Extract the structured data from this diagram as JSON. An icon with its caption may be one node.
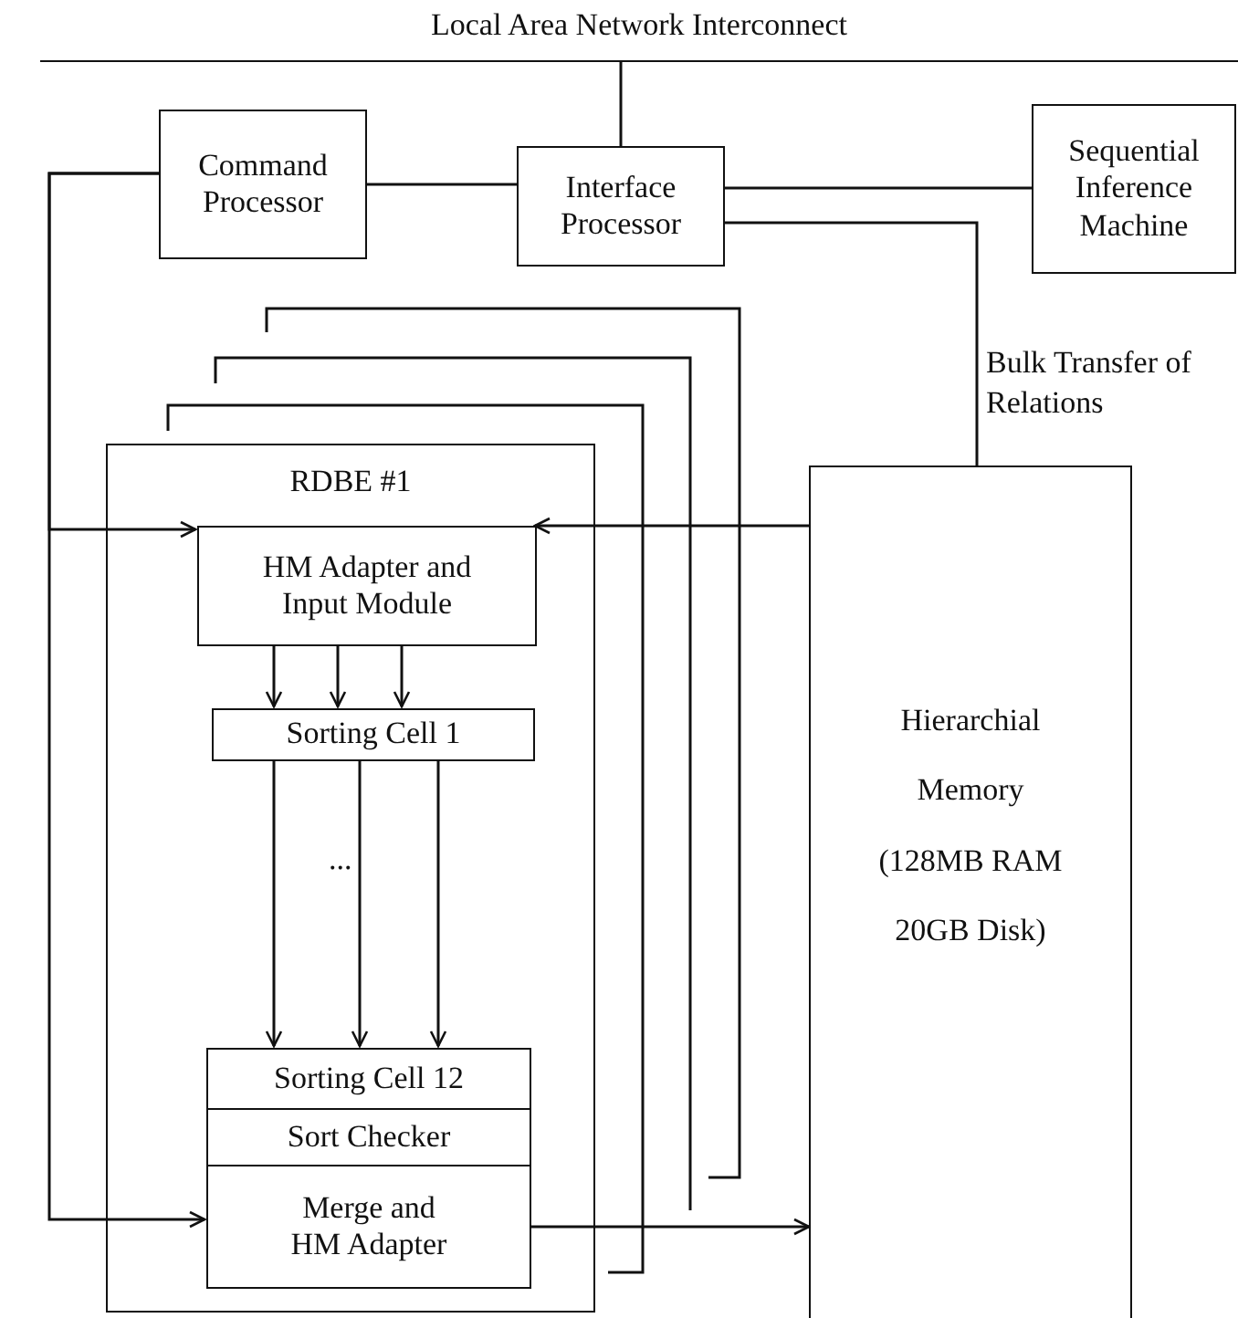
{
  "diagram": {
    "nodes": [
      {
        "text": [
          "Local Area Network Interconnect"
        ]
      },
      {
        "text": [
          "Command Processor"
        ]
      },
      {
        "text": [
          "Interface Processor"
        ]
      },
      {
        "text": [
          "Sequential Inference Machine"
        ]
      },
      {
        "text": [
          "RDBE #1"
        ]
      },
      {
        "text": [
          "HM Adapter and Input Module"
        ],
        "in": 4
      },
      {
        "text": [
          "Sorting Cell 1"
        ],
        "in": 4
      },
      {
        "text": [
          "Sorting Cell 12"
        ],
        "in": 4
      },
      {
        "text": [
          "Sort Checker"
        ],
        "in": 4
      },
      {
        "text": [
          "Merge and HM Adapter"
        ],
        "in": 4
      },
      {
        "text": [
          "Hierarchial Memory (128MB RAM 20GB Disk)"
        ]
      }
    ],
    "edges": [
      {
        "from": 2,
        "to": 0,
        "arrow": "none"
      },
      {
        "from": 1,
        "to": 2,
        "arrow": "none"
      },
      {
        "from": 2,
        "to": 3,
        "arrow": "none"
      },
      {
        "from": 2,
        "to": 10,
        "arrow": "none",
        "label": "Bulk Transfer of Relations"
      },
      {
        "from": 1,
        "to": 5,
        "arrow": "to"
      },
      {
        "from": 1,
        "to": 9,
        "arrow": "to"
      },
      {
        "from": 10,
        "to": 5,
        "arrow": "to"
      },
      {
        "from": 5,
        "to": 6,
        "arrow": "to"
      },
      {
        "from": 5,
        "to": 6,
        "arrow": "to"
      },
      {
        "from": 5,
        "to": 6,
        "arrow": "to"
      },
      {
        "from": 6,
        "to": 7,
        "arrow": "to"
      },
      {
        "from": 6,
        "to": 7,
        "arrow": "to"
      },
      {
        "from": 6,
        "to": 7,
        "arrow": "to"
      },
      {
        "from": 9,
        "to": 10,
        "arrow": "to"
      }
    ],
    "labels": [
      "..."
    ]
  }
}
